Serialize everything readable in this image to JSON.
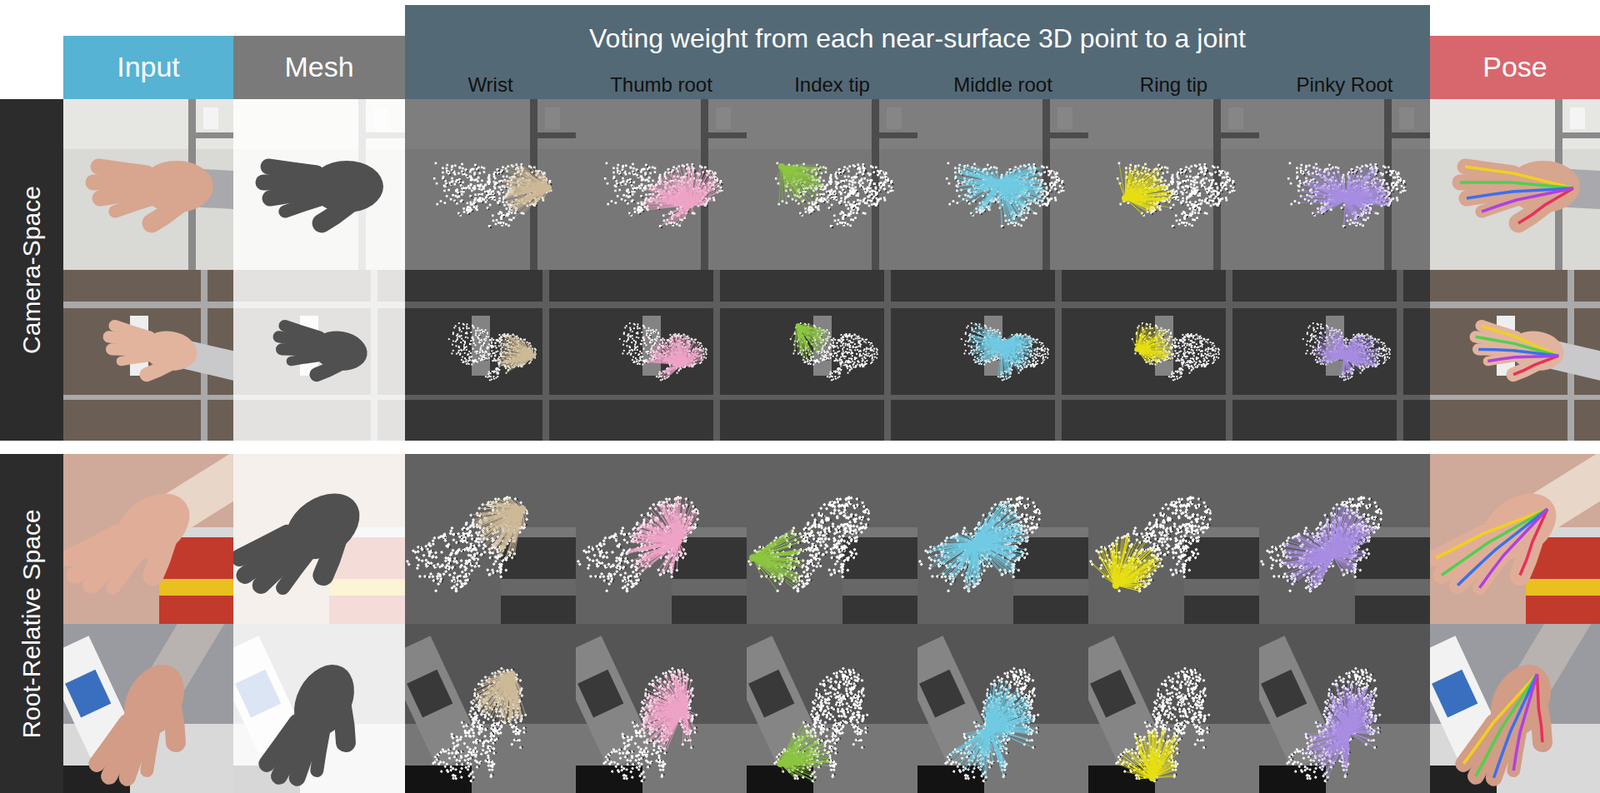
{
  "diagram": {
    "nodes": [
      {
        "text": [
          "Input"
        ]
      },
      {
        "text": [
          "Mesh"
        ]
      },
      {
        "text": [
          "Voting weight from each near-surface 3D point to a joint"
        ]
      },
      {
        "text": [
          "Pose"
        ]
      },
      {
        "text": [
          "Camera-Space"
        ]
      },
      {
        "text": [
          "Root-Relative Space"
        ]
      }
    ],
    "labels": [
      "Wrist",
      "Thumb root",
      "Index tip",
      "Middle root",
      "Ring tip",
      "Pinky Root"
    ]
  }
}
